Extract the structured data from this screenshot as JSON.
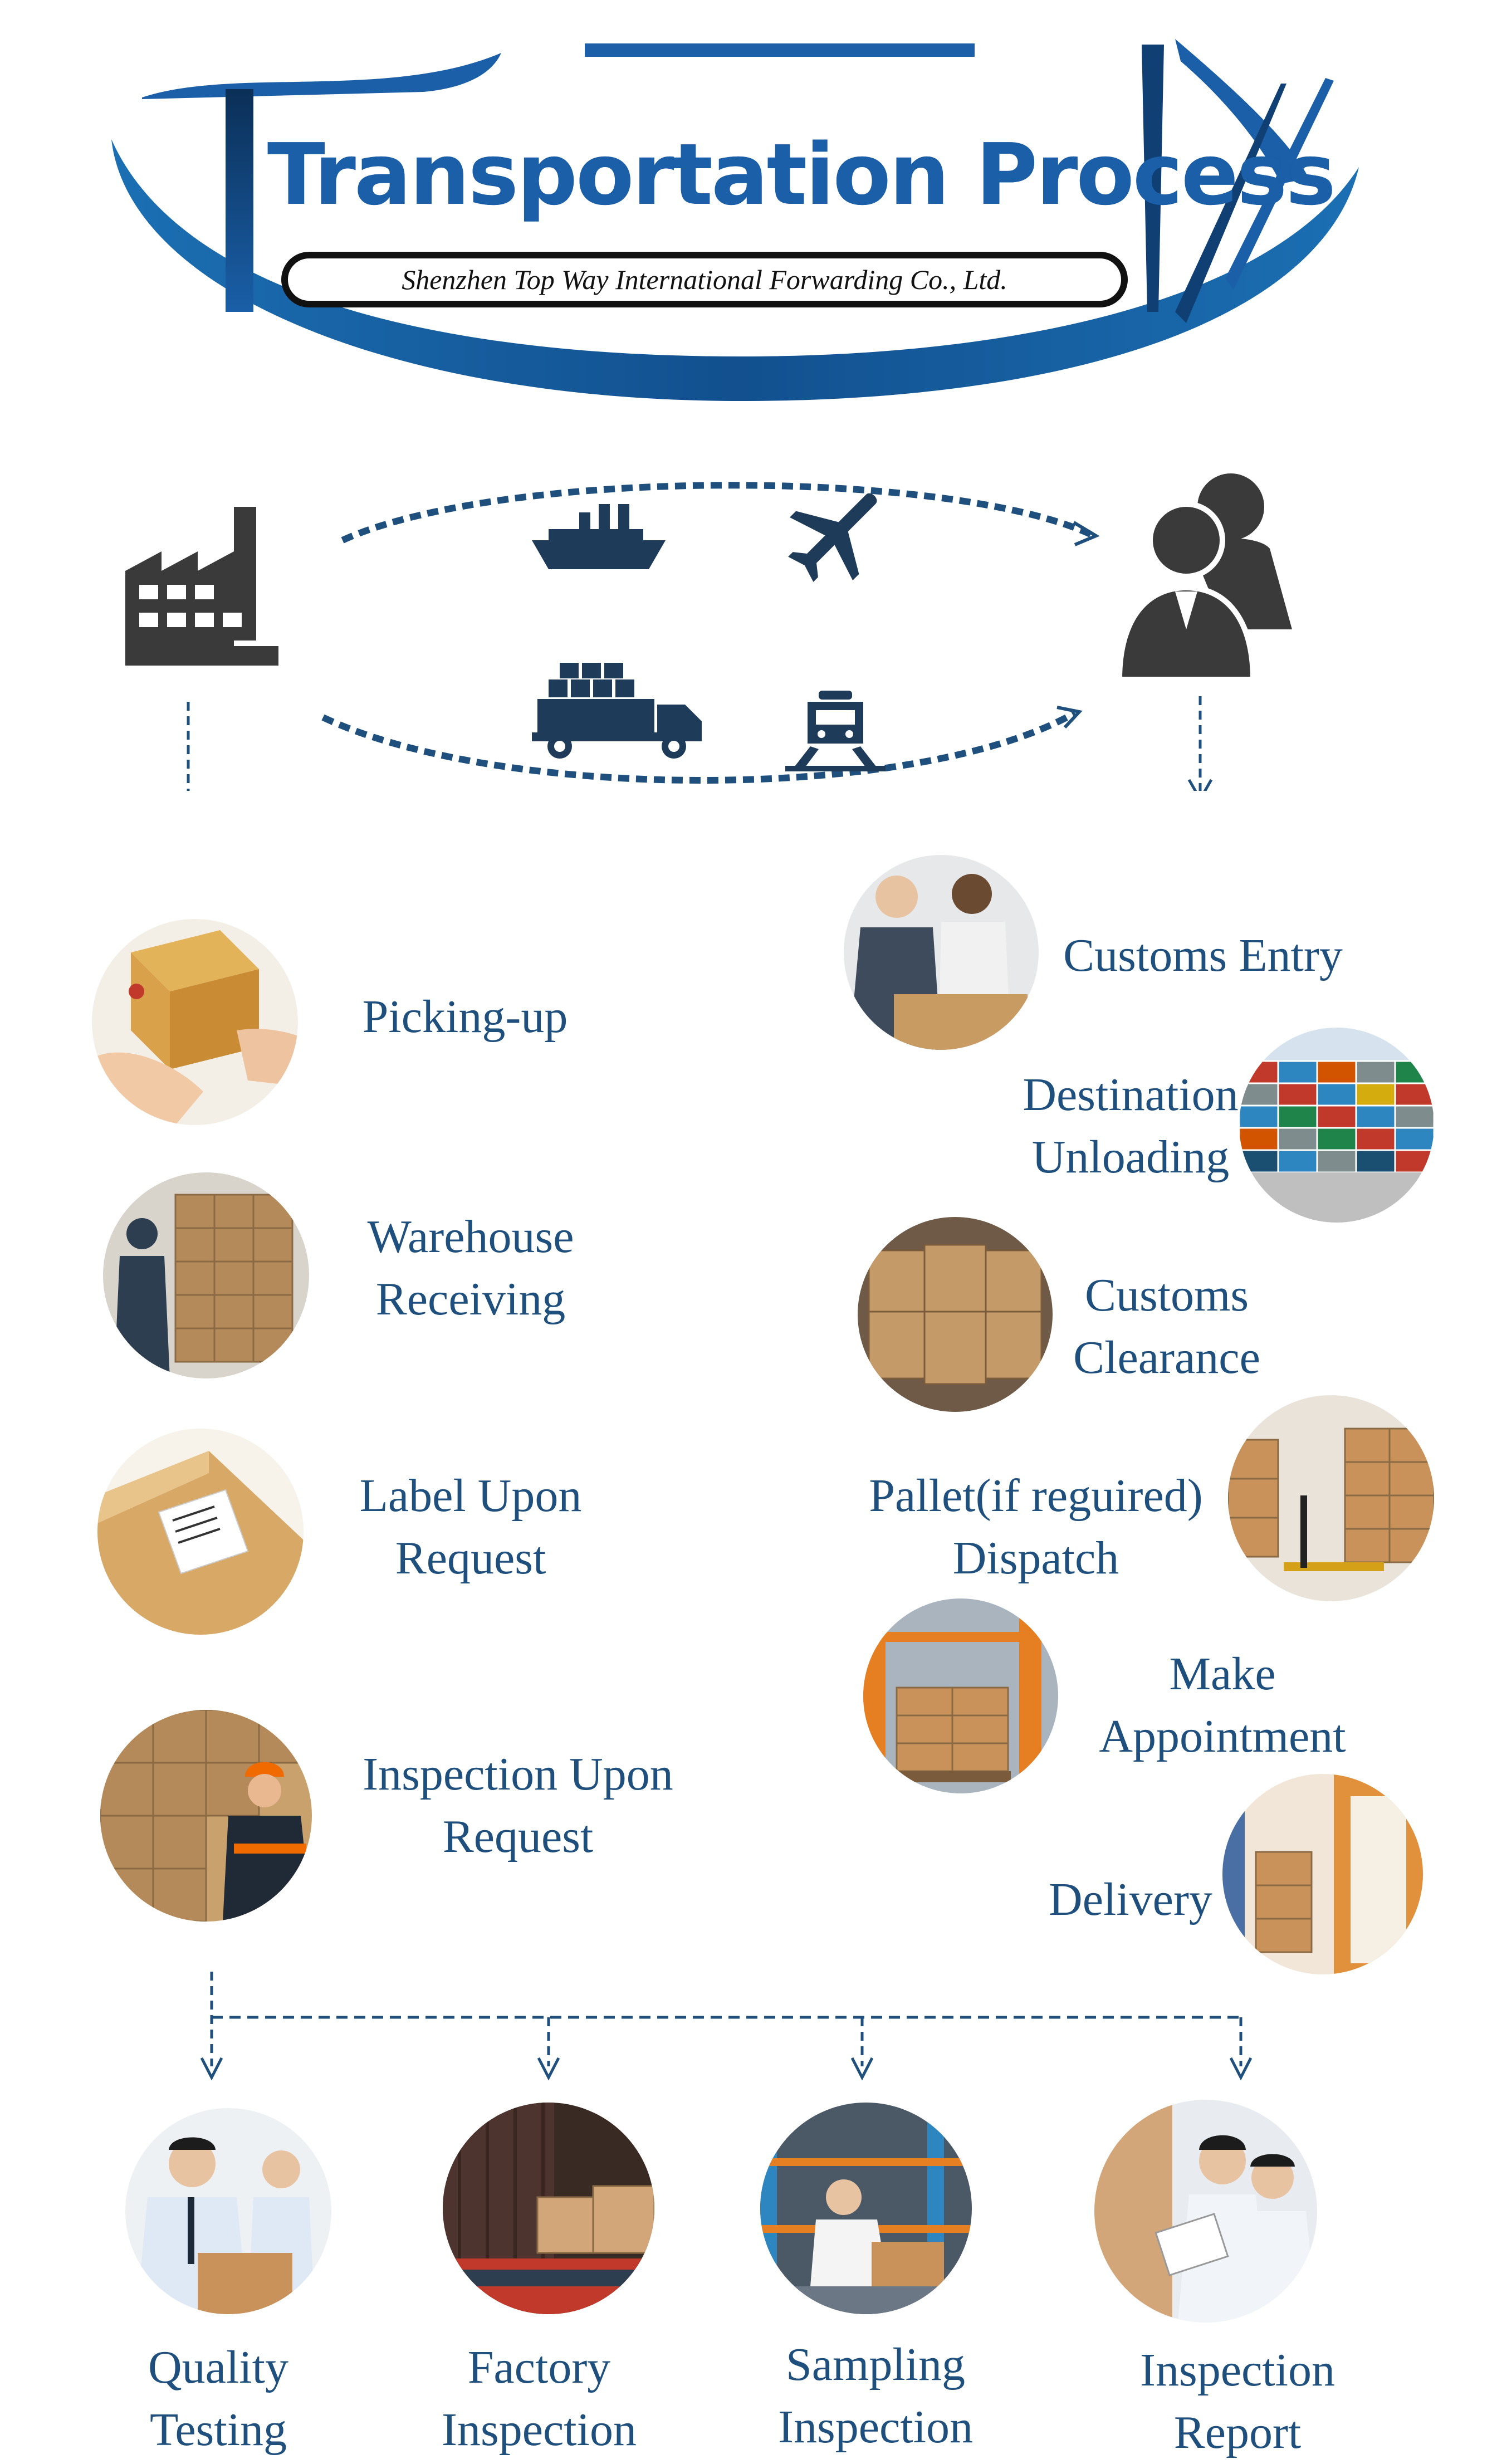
{
  "header": {
    "title": "Transportation Process",
    "subtitle": "Shenzhen Top Way International Forwarding Co., Ltd."
  },
  "icons": [
    "factory-icon",
    "ship-icon",
    "airplane-icon",
    "truck-icon",
    "train-icon",
    "customers-icon"
  ],
  "colors": {
    "brand_blue": "#1a5fa8",
    "dark_blue": "#0f3f73",
    "text_blue": "#1e4f7d",
    "icon_gray": "#3a3a3a"
  },
  "origin_steps": [
    {
      "id": "picking-up",
      "lines": [
        "Picking-up"
      ]
    },
    {
      "id": "warehouse-receiving",
      "lines": [
        "Warehouse",
        "Receiving"
      ]
    },
    {
      "id": "label-upon-request",
      "lines": [
        "Label Upon",
        "Request"
      ]
    },
    {
      "id": "inspection-upon-request",
      "lines": [
        "Inspection Upon",
        "Request"
      ]
    }
  ],
  "destination_steps": [
    {
      "id": "customs-entry",
      "lines": [
        "Customs Entry"
      ]
    },
    {
      "id": "destination-unloading",
      "lines": [
        "Destination",
        "Unloading"
      ]
    },
    {
      "id": "customs-clearance",
      "lines": [
        "Customs",
        "Clearance"
      ]
    },
    {
      "id": "pallet-dispatch",
      "lines": [
        "Pallet(if reguired)",
        "Dispatch"
      ]
    },
    {
      "id": "make-appointment",
      "lines": [
        "Make",
        "Appointment"
      ]
    },
    {
      "id": "delivery",
      "lines": [
        "Delivery"
      ]
    }
  ],
  "inspection_types": [
    {
      "id": "quality-testing",
      "lines": [
        "Quality",
        "Testing"
      ]
    },
    {
      "id": "factory-inspection",
      "lines": [
        "Factory",
        "Inspection"
      ]
    },
    {
      "id": "sampling-inspection",
      "lines": [
        "Sampling",
        "Inspection"
      ]
    },
    {
      "id": "inspection-report",
      "lines": [
        "Inspection",
        "Report"
      ]
    }
  ]
}
